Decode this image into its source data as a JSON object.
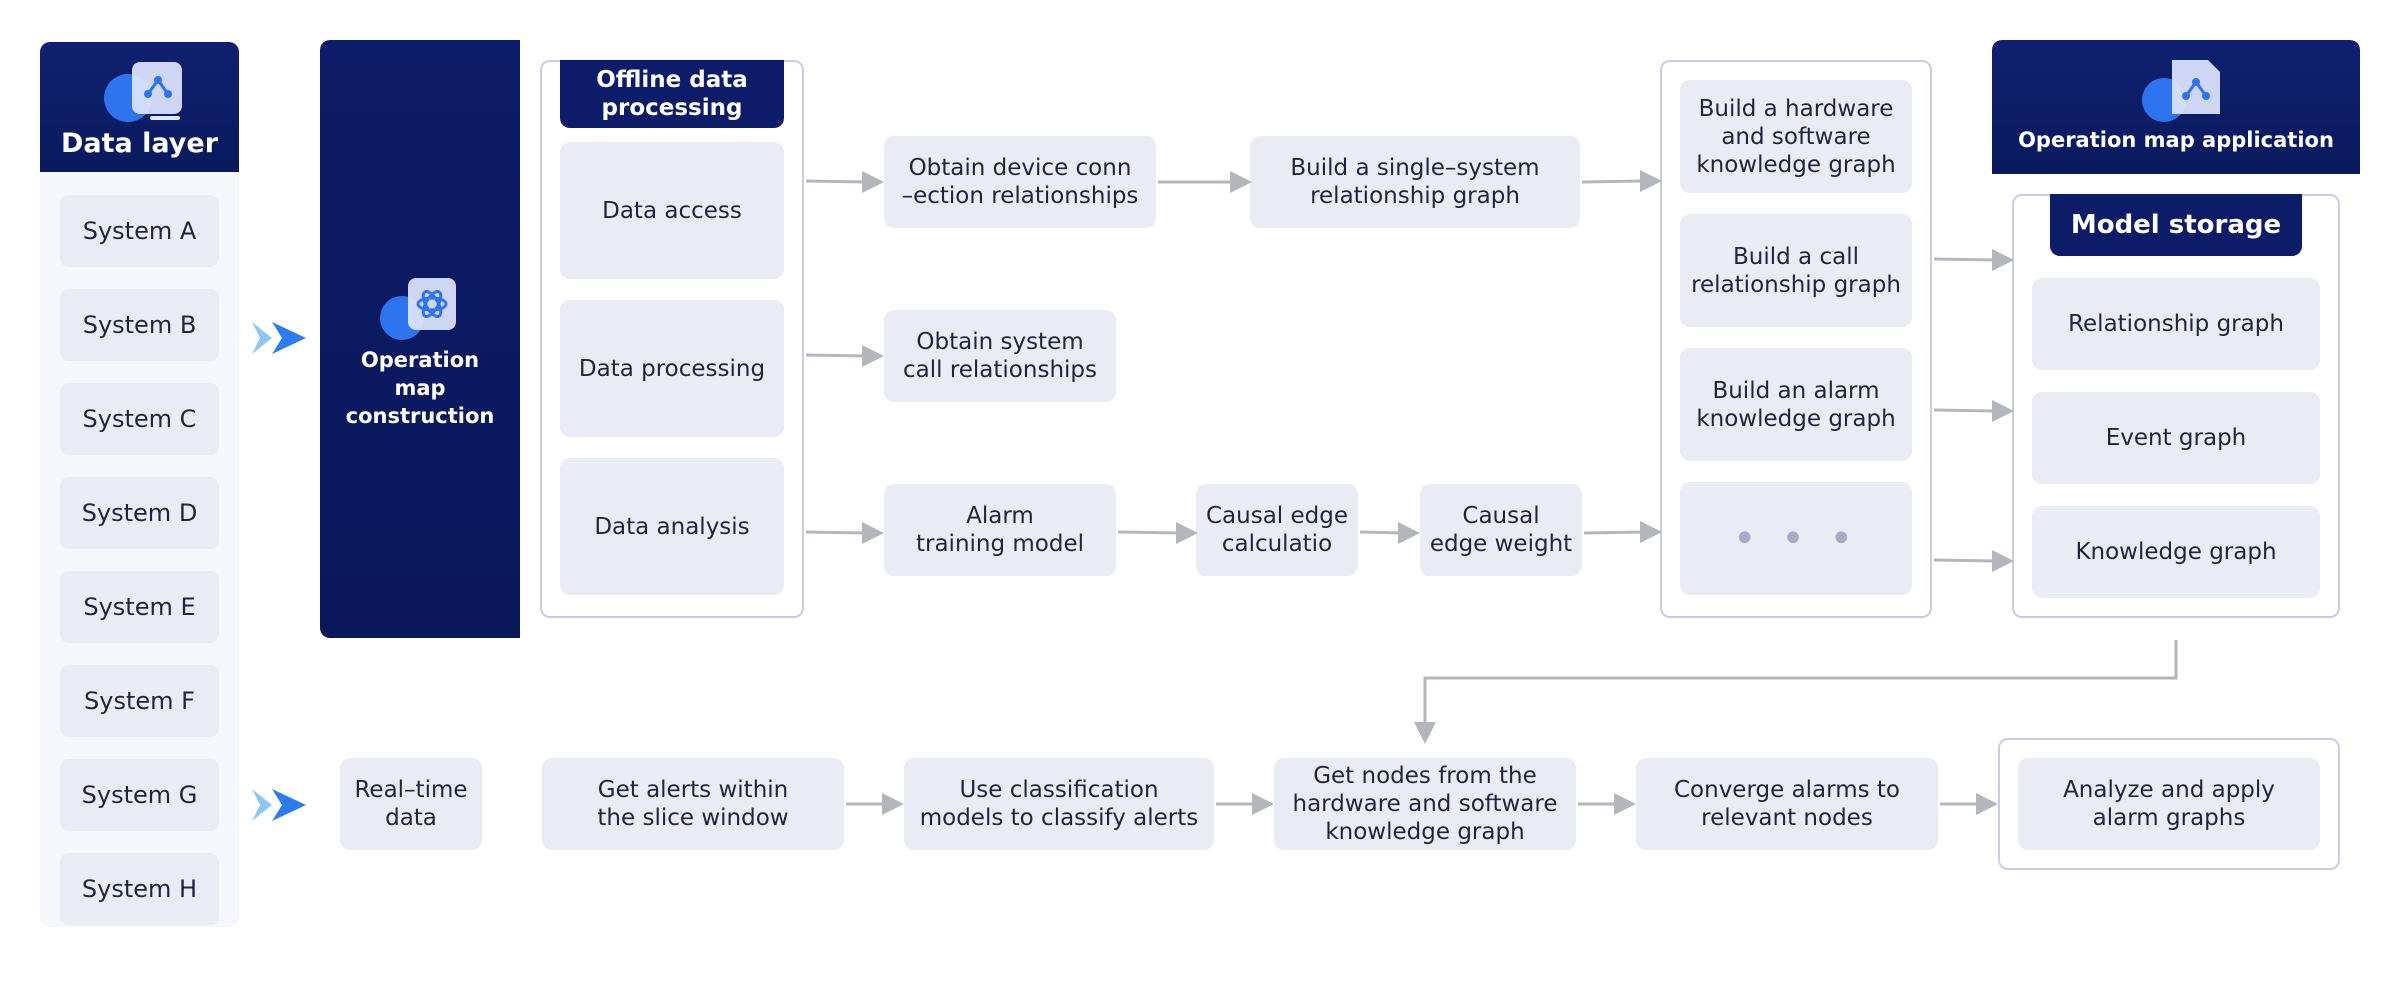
{
  "data_layer": {
    "title": "Data layer",
    "systems": [
      "System A",
      "System B",
      "System C",
      "System D",
      "System E",
      "System F",
      "System G",
      "System H"
    ]
  },
  "construction": {
    "title_line1": "Operation",
    "title_line2": "map construction"
  },
  "offline": {
    "title_line1": "Offline data",
    "title_line2": "processing",
    "items": [
      "Data access",
      "Data processing",
      "Data analysis"
    ]
  },
  "flow": {
    "device_conn": [
      "Obtain device conn",
      "–ection relationships"
    ],
    "single_system": [
      "Build a single–system",
      "relationship graph"
    ],
    "system_call": [
      "Obtain system",
      "call relationships"
    ],
    "alarm_training": [
      "Alarm",
      "training model"
    ],
    "causal_calc": [
      "Causal edge",
      "calculatio"
    ],
    "causal_weight": [
      "Causal",
      "edge weight"
    ]
  },
  "builds": {
    "items": [
      [
        "Build a hardware",
        "and software",
        "knowledge graph"
      ],
      [
        "Build a call",
        "relationship graph"
      ],
      [
        "Build an alarm",
        "knowledge graph"
      ]
    ],
    "more": "• • •"
  },
  "application": {
    "title": "Operation map application",
    "storage_title": "Model storage",
    "items": [
      "Relationship graph",
      "Event graph",
      "Knowledge graph"
    ]
  },
  "realtime": {
    "source": [
      "Real–time",
      "data"
    ],
    "steps": [
      [
        "Get alerts within",
        "the slice window"
      ],
      [
        "Use classification",
        "models to classify alerts"
      ],
      [
        "Get nodes from the",
        "hardware and software",
        "knowledge graph"
      ],
      [
        "Converge alarms to",
        "relevant nodes"
      ]
    ],
    "result": [
      "Analyze and apply",
      "alarm graphs"
    ]
  },
  "colors": {
    "navy": "#0c1c68",
    "box": "#e9ebf5",
    "arrow": "#b4b6be",
    "accent": "#2e7bf0"
  }
}
